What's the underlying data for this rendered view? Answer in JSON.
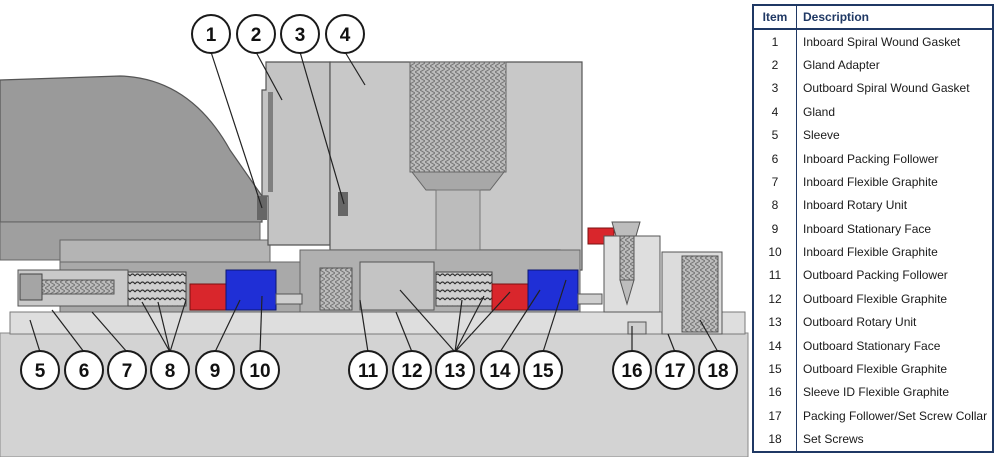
{
  "table": {
    "header_item": "Item",
    "header_description": "Description",
    "rows": [
      {
        "item": "1",
        "description": "Inboard Spiral Wound Gasket"
      },
      {
        "item": "2",
        "description": "Gland Adapter"
      },
      {
        "item": "3",
        "description": "Outboard Spiral Wound Gasket"
      },
      {
        "item": "4",
        "description": "Gland"
      },
      {
        "item": "5",
        "description": "Sleeve"
      },
      {
        "item": "6",
        "description": "Inboard Packing Follower"
      },
      {
        "item": "7",
        "description": "Inboard Flexible Graphite"
      },
      {
        "item": "8",
        "description": "Inboard Rotary Unit"
      },
      {
        "item": "9",
        "description": "Inboard Stationary Face"
      },
      {
        "item": "10",
        "description": "Inboard Flexible Graphite"
      },
      {
        "item": "11",
        "description": "Outboard Packing Follower"
      },
      {
        "item": "12",
        "description": "Outboard Flexible Graphite"
      },
      {
        "item": "13",
        "description": "Outboard Rotary Unit"
      },
      {
        "item": "14",
        "description": "Outboard Stationary Face"
      },
      {
        "item": "15",
        "description": "Outboard Flexible Graphite"
      },
      {
        "item": "16",
        "description": "Sleeve ID Flexible Graphite"
      },
      {
        "item": "17",
        "description": "Packing Follower/Set Screw Collar"
      },
      {
        "item": "18",
        "description": "Set Screws"
      }
    ]
  },
  "callouts": [
    "1",
    "2",
    "3",
    "4",
    "5",
    "6",
    "7",
    "8",
    "9",
    "10",
    "11",
    "12",
    "13",
    "14",
    "15",
    "16",
    "17",
    "18"
  ],
  "colors": {
    "housing": "#c8c8c8",
    "housing_dark": "#8c8c8c",
    "shaft": "#d6d6d6",
    "stationary_face_red": "#d9262c",
    "stationary_face_blue": "#1f2fd6",
    "table_border": "#1f3864"
  }
}
